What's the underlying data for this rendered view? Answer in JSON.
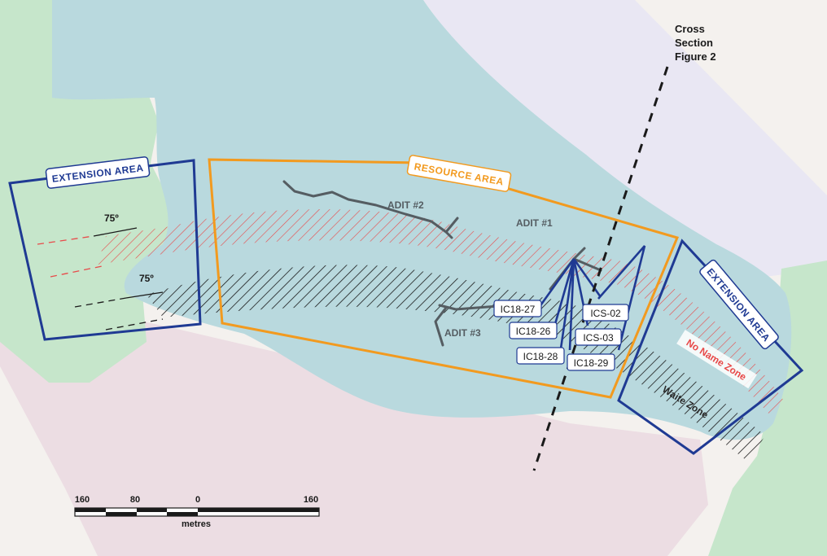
{
  "colors": {
    "resource_outline": "#f29a1f",
    "extension_outline": "#1f3a93",
    "drillhole": "#1f3a93",
    "adit": "#555d62",
    "red_zone": "#e84a4a",
    "black_zone": "#1a1a1a",
    "water": "#b9d9de",
    "green": "#c6e6cb",
    "lavender": "#e9e7f3",
    "pink": "#ecdde3",
    "background": "#f4f1ee"
  },
  "areas": {
    "resource": "RESOURCE AREA",
    "extension_west": "EXTENSION AREA",
    "extension_east": "EXTENSION AREA"
  },
  "adits": {
    "adit1": "ADIT #1",
    "adit2": "ADIT #2",
    "adit3": "ADIT #3"
  },
  "drillholes": {
    "ic18_27": "IC18-27",
    "ic18_26": "IC18-26",
    "ic18_28": "IC18-28",
    "ic18_29": "IC18-29",
    "ics_02": "ICS-02",
    "ics_03": "ICS-03"
  },
  "zones": {
    "no_name": "No Name Zone",
    "waite": "Waite Zone"
  },
  "dips": {
    "upper": "75º",
    "lower": "75º"
  },
  "cross_section": {
    "line1": "Cross",
    "line2": "Section",
    "line3": "Figure 2"
  },
  "scale_bar": {
    "ticks": [
      "160",
      "80",
      "0",
      "160"
    ],
    "unit": "metres"
  }
}
